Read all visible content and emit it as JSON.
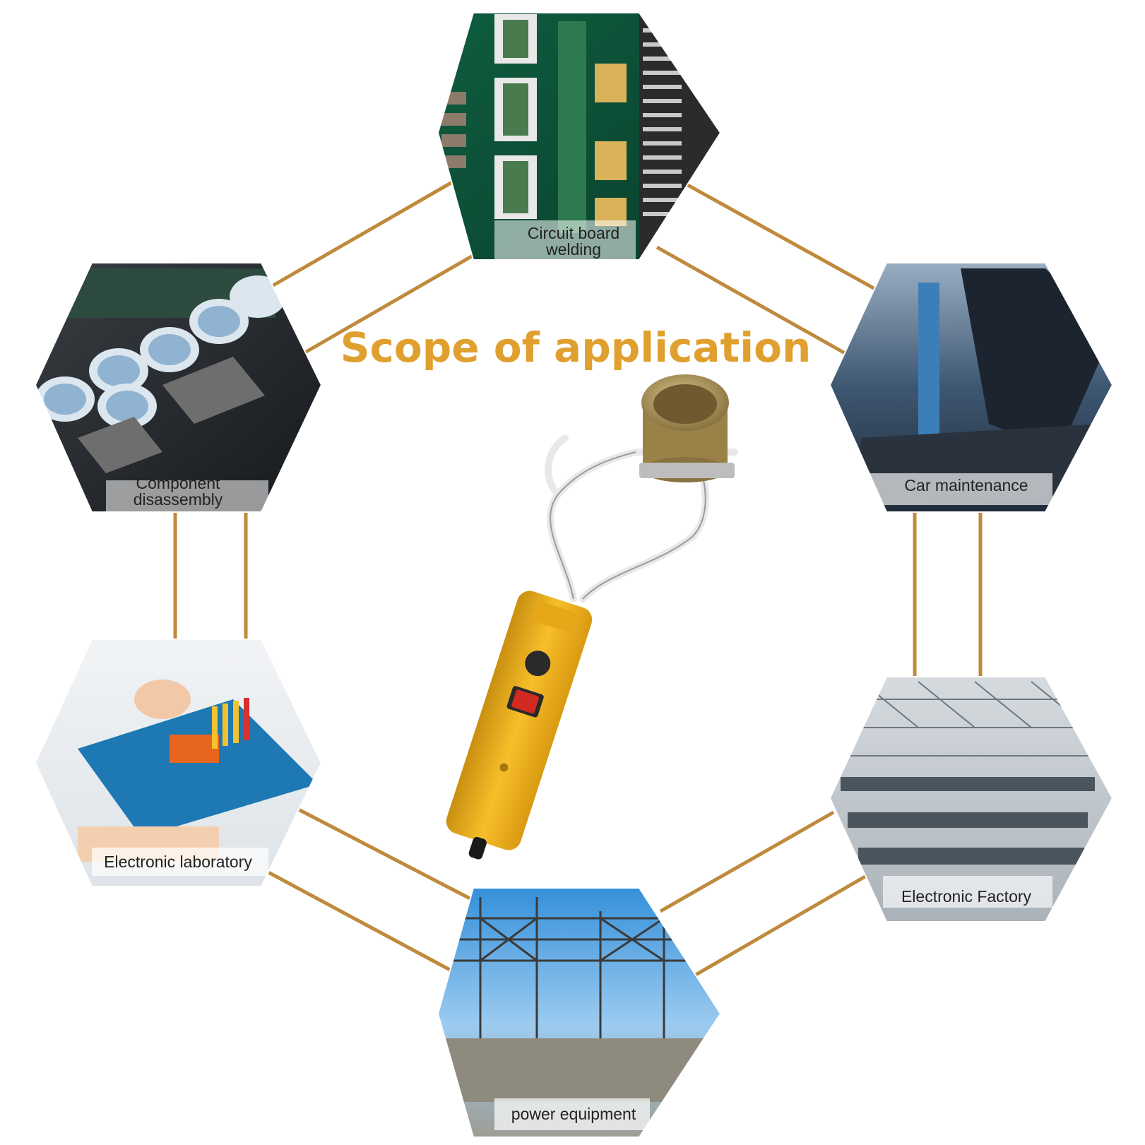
{
  "title": "Scope of application",
  "colors": {
    "accent": "#E0A030",
    "connector": "#BF8A3C",
    "tool_body": "#F0B020",
    "tool_body_dark": "#C98F10",
    "switch": "#D12A20",
    "cup": "#B69A5A"
  },
  "applications": [
    {
      "id": "circuit",
      "label_lines": [
        "Circuit board",
        "welding"
      ],
      "scene": "pcb"
    },
    {
      "id": "component",
      "label_lines": [
        "Component",
        "disassembly"
      ],
      "scene": "capacitors"
    },
    {
      "id": "car",
      "label_lines": [
        "Car maintenance"
      ],
      "scene": "engine-bay"
    },
    {
      "id": "lab",
      "label_lines": [
        "Electronic laboratory"
      ],
      "scene": "lab-bench"
    },
    {
      "id": "factory",
      "label_lines": [
        "Electronic Factory"
      ],
      "scene": "factory-floor"
    },
    {
      "id": "power",
      "label_lines": [
        "power equipment"
      ],
      "scene": "substation"
    }
  ],
  "product": {
    "name_icon": "solder-pot-tool-icon"
  }
}
